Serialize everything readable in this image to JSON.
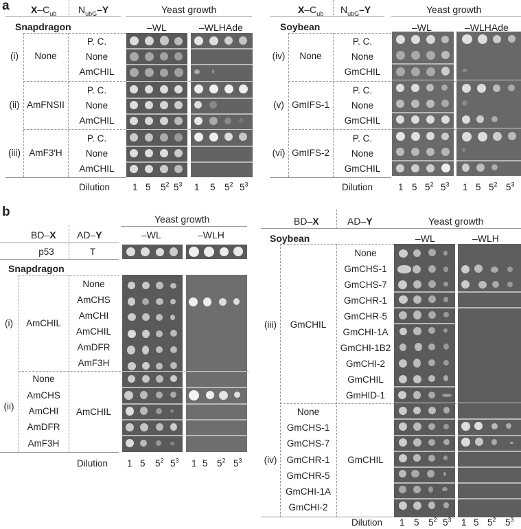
{
  "panel_a": {
    "letter": "a",
    "col_x": "X",
    "col_x_suffix": "–C",
    "col_x_sub": "ub",
    "col_y_prefix": "N",
    "col_y_sub": "ubG",
    "col_y": "–Y",
    "yeast_growth": "Yeast growth",
    "media": [
      "–WL",
      "–WLHAde"
    ],
    "dilution_label": "Dilution",
    "dilutions": [
      "1",
      "5",
      "5",
      "5"
    ],
    "dilution_sups": [
      "",
      "",
      "2",
      "3"
    ],
    "left": {
      "species": "Snapdragon",
      "groups": [
        {
          "roman": "(i)",
          "x": "None",
          "ys": [
            "P. C.",
            "None",
            "AmCHIL"
          ]
        },
        {
          "roman": "(ii)",
          "x": "AmFNSII",
          "ys": [
            "P. C.",
            "None",
            "AmCHIL"
          ]
        },
        {
          "roman": "(iii)",
          "x": "AmF3′H",
          "ys": [
            "P. C.",
            "None",
            "AmCHIL"
          ]
        }
      ]
    },
    "right": {
      "species": "Soybean",
      "groups": [
        {
          "roman": "(iv)",
          "x": "None",
          "ys": [
            "P. C.",
            "None",
            "GmCHIL"
          ]
        },
        {
          "roman": "(v)",
          "x": "GmIFS-1",
          "ys": [
            "P. C.",
            "None",
            "GmCHIL"
          ]
        },
        {
          "roman": "(vi)",
          "x": "GmIFS-2",
          "ys": [
            "P. C.",
            "None",
            "GmCHIL"
          ]
        }
      ]
    }
  },
  "panel_b": {
    "letter": "b",
    "col_x_prefix": "BD–",
    "col_x": "X",
    "col_y_prefix": "AD–",
    "col_y": "Y",
    "yeast_growth": "Yeast growth",
    "media": [
      "–WL",
      "–WLH"
    ],
    "dilution_label": "Dilution",
    "dilutions": [
      "1",
      "5",
      "5",
      "5"
    ],
    "dilution_sups": [
      "",
      "",
      "2",
      "3"
    ],
    "control": {
      "x": "p53",
      "y": "T"
    },
    "left": {
      "species": "Snapdragon",
      "groups": [
        {
          "roman": "(i)",
          "x": "AmCHIL",
          "ys": [
            "None",
            "AmCHS",
            "AmCHI",
            "AmCHIL",
            "AmDFR",
            "AmF3H"
          ]
        },
        {
          "roman": "(ii)",
          "xs": [
            "None",
            "AmCHS",
            "AmCHI",
            "AmDFR",
            "AmF3H"
          ],
          "y": "AmCHIL"
        }
      ]
    },
    "right": {
      "species": "Soybean",
      "groups": [
        {
          "roman": "(iii)",
          "x": "GmCHIL",
          "ys": [
            "None",
            "GmCHS-1",
            "GmCHS-7",
            "GmCHR-1",
            "GmCHR-5",
            "GmCHI-1A",
            "GmCHI-1B2",
            "GmCHI-2",
            "GmCHIL",
            "GmHID-1"
          ]
        },
        {
          "roman": "(iv)",
          "xs": [
            "None",
            "GmCHS-1",
            "GmCHS-7",
            "GmCHR-1",
            "GmCHR-5",
            "GmCHI-1A",
            "GmCHI-2"
          ],
          "y": "GmCHIL"
        }
      ]
    }
  },
  "colors": {
    "plate": "#5a5a5a",
    "plate_separator": "#b8b8b8",
    "colony": "#d8d8d8",
    "rule": "#999999"
  }
}
